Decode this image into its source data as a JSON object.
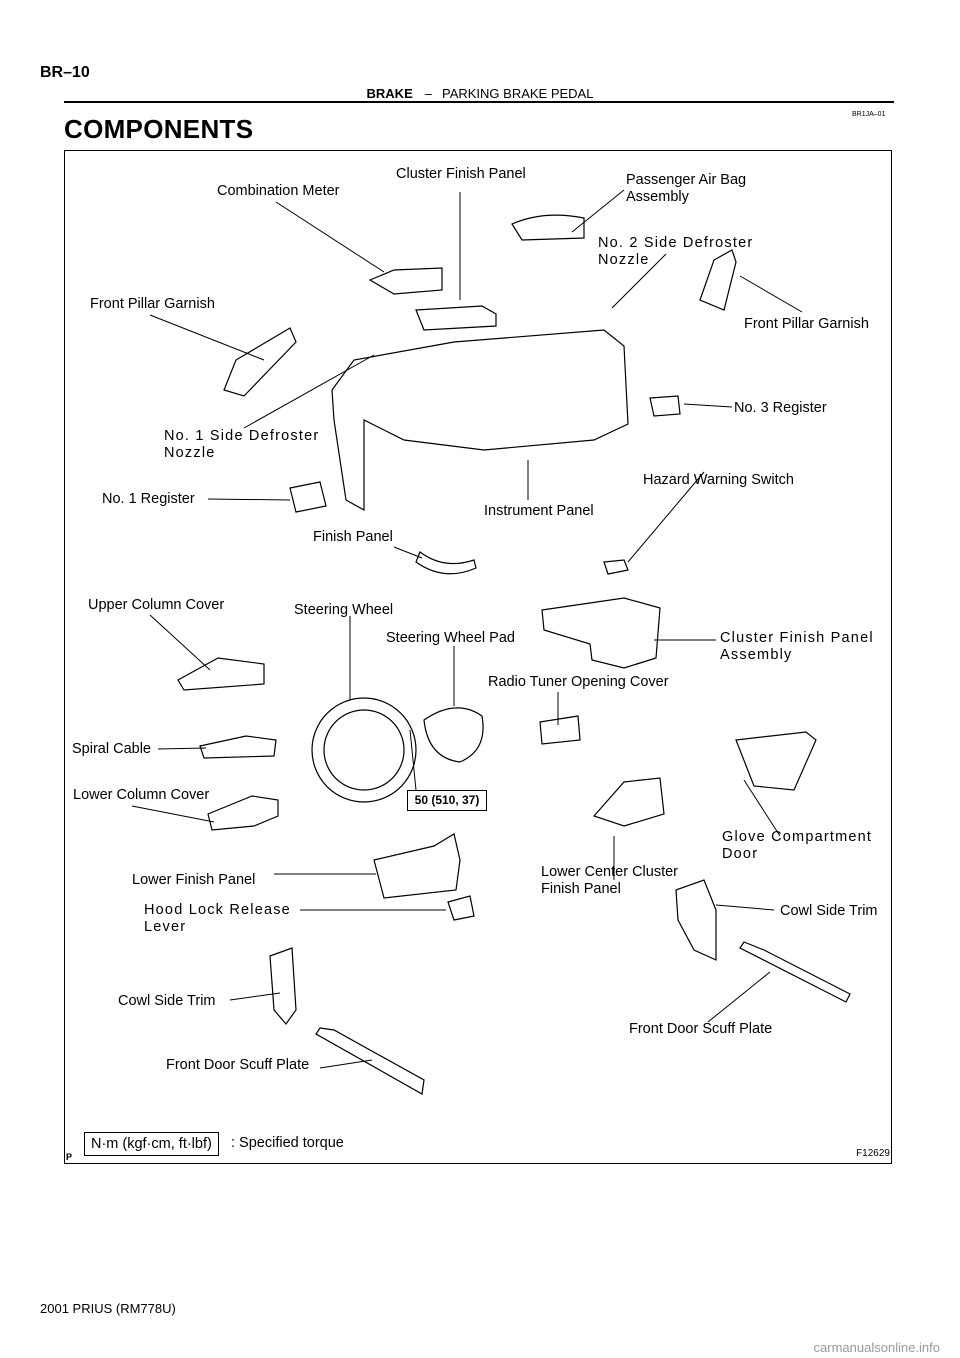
{
  "header": {
    "page_number": "BR–10",
    "section": "BRAKE",
    "dash": "–",
    "subsection": "PARKING BRAKE PEDAL"
  },
  "title": "COMPONENTS",
  "ref_code": "BR1JA–01",
  "figure": {
    "code": "F12629",
    "corner_mark": "P",
    "labels": {
      "cluster_finish_panel": "Cluster Finish Panel",
      "combination_meter": "Combination Meter",
      "passenger_air_bag": "Passenger Air Bag\nAssembly",
      "no2_side_defroster": "No. 2 Side Defroster\nNozzle",
      "front_pillar_garnish_left": "Front Pillar Garnish",
      "front_pillar_garnish_right": "Front Pillar Garnish",
      "no3_register": "No. 3 Register",
      "no1_side_defroster": "No. 1 Side Defroster\nNozzle",
      "hazard_warning_switch": "Hazard Warning Switch",
      "no1_register": "No. 1 Register",
      "instrument_panel": "Instrument Panel",
      "finish_panel": "Finish Panel",
      "upper_column_cover": "Upper Column Cover",
      "steering_wheel": "Steering Wheel",
      "steering_wheel_pad": "Steering Wheel Pad",
      "cluster_finish_panel_assembly": "Cluster Finish Panel\nAssembly",
      "radio_tuner_opening_cover": "Radio Tuner Opening Cover",
      "spiral_cable": "Spiral Cable",
      "lower_column_cover": "Lower Column Cover",
      "glove_compartment_door": "Glove Compartment\nDoor",
      "lower_finish_panel": "Lower Finish Panel",
      "lower_center_cluster": "Lower Center Cluster\nFinish Panel",
      "hood_lock_release": "Hood Lock Release\nLever",
      "cowl_side_trim_right": "Cowl Side Trim",
      "cowl_side_trim_left": "Cowl Side Trim",
      "front_door_scuff_right": "Front Door Scuff Plate",
      "front_door_scuff_left": "Front Door Scuff Plate"
    },
    "torque_value": "50 (510, 37)",
    "torque_legend_box": "N·m (kgf·cm, ft·lbf)",
    "torque_legend_text": ": Specified torque"
  },
  "footer": "2001 PRIUS   (RM778U)",
  "watermark": "carmanualsonline.info"
}
